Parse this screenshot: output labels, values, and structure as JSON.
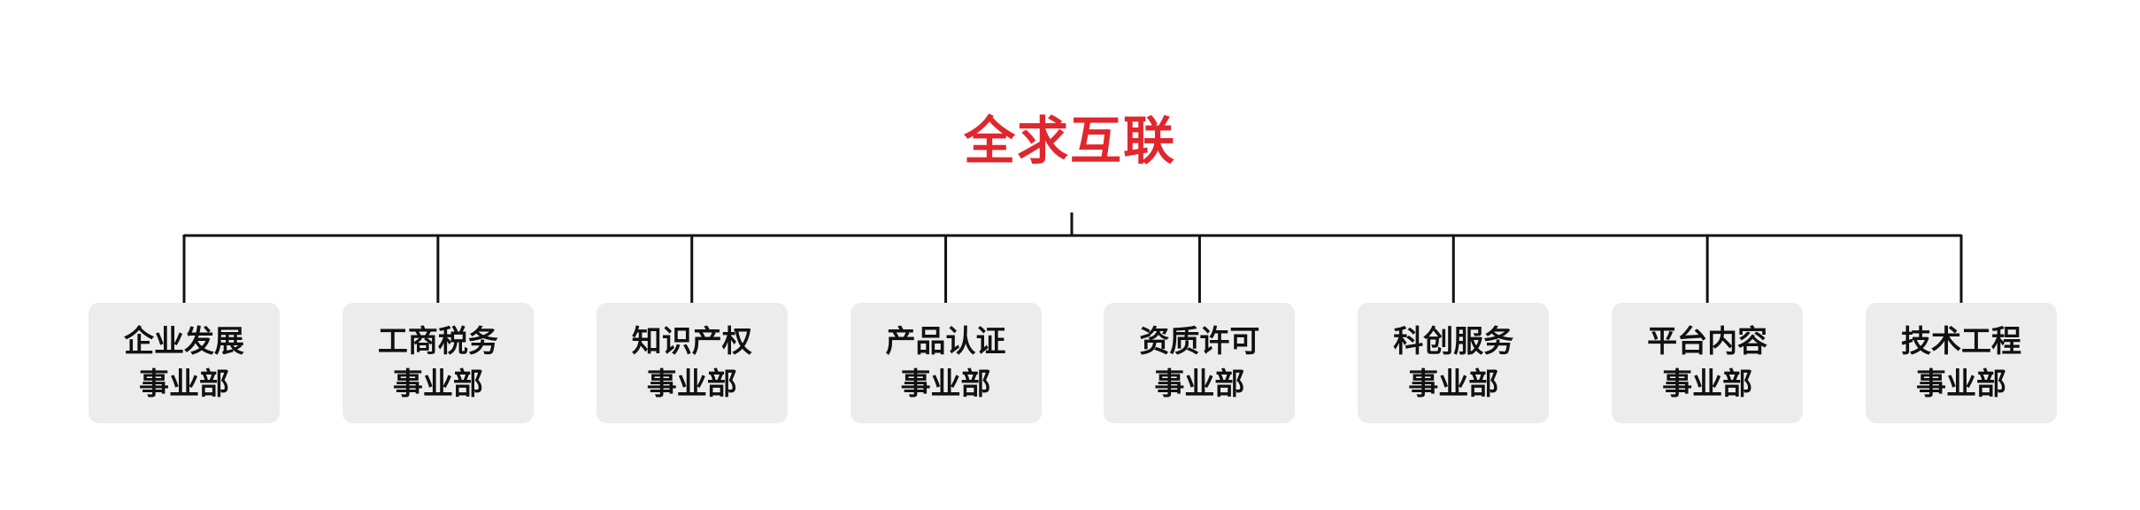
{
  "diagram": {
    "root": "全求互联",
    "line_color": "#111111",
    "root_color": "#e1262d",
    "node_fill": "#ececec",
    "departments": [
      {
        "line1": "企业发展",
        "line2": "事业部"
      },
      {
        "line1": "工商税务",
        "line2": "事业部"
      },
      {
        "line1": "知识产权",
        "line2": "事业部"
      },
      {
        "line1": "产品认证",
        "line2": "事业部"
      },
      {
        "line1": "资质许可",
        "line2": "事业部"
      },
      {
        "line1": "科创服务",
        "line2": "事业部"
      },
      {
        "line1": "平台内容",
        "line2": "事业部"
      },
      {
        "line1": "技术工程",
        "line2": "事业部"
      }
    ]
  }
}
